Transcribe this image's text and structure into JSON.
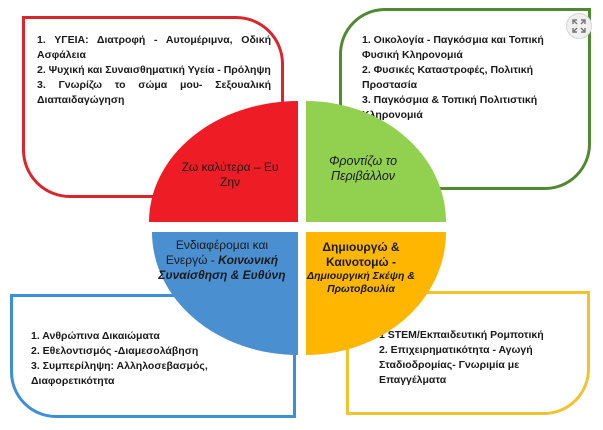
{
  "wellbeing": {
    "title": "Ζω καλύτερα – Ευ Ζην",
    "items": [
      "1. ΥΓΕΙΑ: Διατροφή - Αυτομέριμνα, Οδική Ασφάλεια",
      "2. Ψυχική και Συναισθηματική Υγεία - Πρόληψη",
      "3. Γνωρίζω το σώμα μου- Σεξουαλική Διαπαιδαγώγηση"
    ],
    "color": "#ee1c25"
  },
  "environment": {
    "title": "Φροντίζω το Περιβάλλον",
    "items": [
      "1. Οικολογία - Παγκόσμια και Τοπική Φυσική Κληρονομιά",
      "2. Φυσικές Καταστροφές, Πολιτική Προστασία",
      "3. Παγκόσμια & Τοπική Πολιτιστική Κληρονομιά"
    ],
    "color": "#92d050"
  },
  "social": {
    "title_line1": "Ενδιαφέρομαι και Ενεργώ -",
    "title_line2": "Κοινωνική Συναίσθηση & Ευθύνη",
    "items": [
      "1. Ανθρώπινα Δικαιώματα",
      "2. Εθελοντισμός -Διαμεσολάβηση",
      "3. Συμπερίληψη: Αλληλοσεβασμός, Διαφορετικότητα"
    ],
    "color": "#4a8fd0"
  },
  "innovation": {
    "title": "Δημιουργώ & Καινοτομώ -",
    "subtitle": "Δημιουργική Σκέψη & Πρωτοβουλία",
    "items": [
      "1 STEM/Εκπαιδευτική Ρομποτική",
      "2. Επιχειρηματικότητα - Αγωγή Σταδιοδρομίας- Γνωριμία με Επαγγέλματα"
    ],
    "color": "#ffb600"
  },
  "expand_icon": "expand-arrows-icon"
}
